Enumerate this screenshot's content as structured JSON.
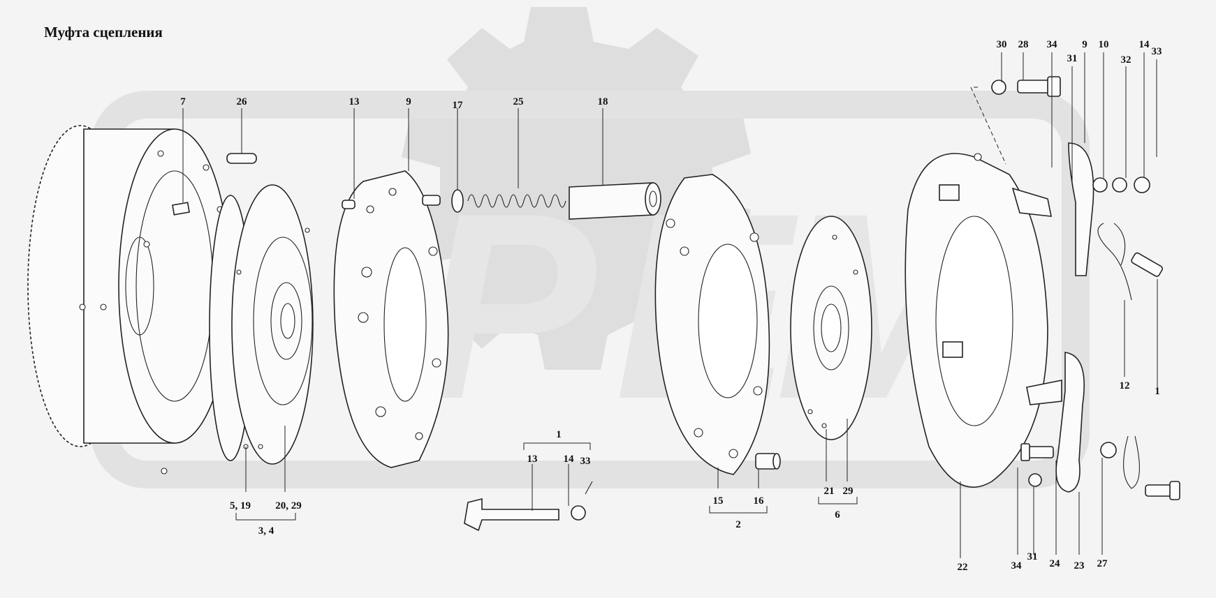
{
  "title": "Муфта сцепления",
  "labels": {
    "l7": "7",
    "l26": "26",
    "l13a": "13",
    "l9a": "9",
    "l17": "17",
    "l25": "25",
    "l18": "18",
    "l30": "30",
    "l28": "28",
    "l34a": "34",
    "l31a": "31",
    "l9b": "9",
    "l10": "10",
    "l32": "32",
    "l14a": "14",
    "l33a": "33",
    "l12": "12",
    "l1a": "1",
    "l5_19": "5, 19",
    "l20_29": "20, 29",
    "l3_4": "3, 4",
    "l1b": "1",
    "l13b": "13",
    "l14b": "14",
    "l33b": "33",
    "l15": "15",
    "l16": "16",
    "l2": "2",
    "l21": "21",
    "l29": "29",
    "l6": "6",
    "l22": "22",
    "l34b": "34",
    "l31b": "31",
    "l24": "24",
    "l23": "23",
    "l27": "27"
  },
  "colors": {
    "watermark": "#dcdcdc",
    "ink": "#222222",
    "background": "#f4f4f4"
  }
}
